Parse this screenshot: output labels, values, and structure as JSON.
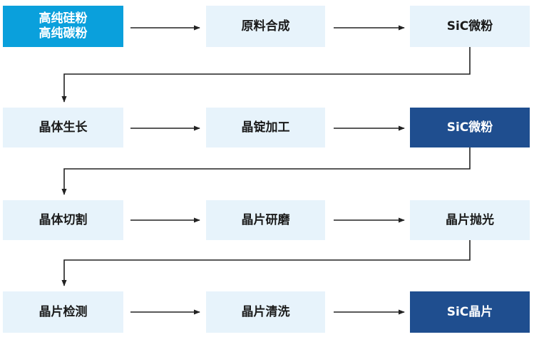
{
  "diagram": {
    "nodes": {
      "n1_line1": "高纯硅粉",
      "n1_line2": "高纯碳粉",
      "n2": "原料合成",
      "n3": "SiC微粉",
      "n4": "晶体生长",
      "n5": "晶锭加工",
      "n6": "SiC微粉",
      "n7": "晶体切割",
      "n8": "晶片研磨",
      "n9": "晶片抛光",
      "n10": "晶片检测",
      "n11": "晶片清洗",
      "n12": "SiC晶片"
    },
    "colors": {
      "light_box": "#e7f3fb",
      "start_box": "#0aa0dc",
      "highlight_box": "#1f4e8f",
      "arrow": "#222222"
    }
  }
}
